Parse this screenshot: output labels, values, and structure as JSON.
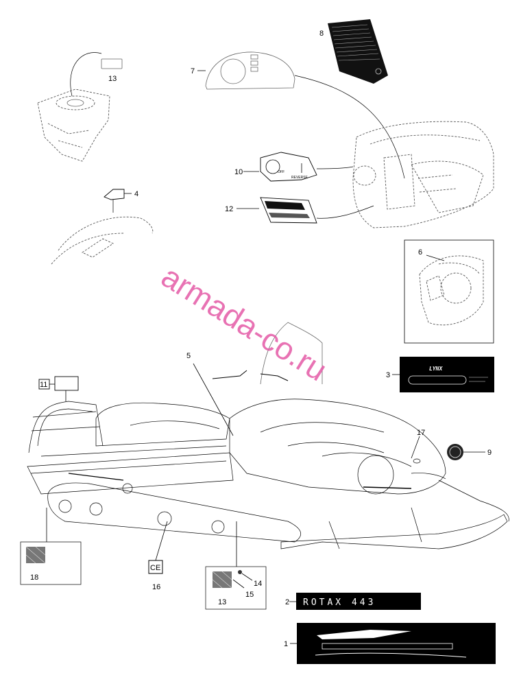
{
  "callouts": {
    "c1": "1",
    "c2": "2",
    "c3": "3",
    "c4": "4",
    "c5": "5",
    "c6": "6",
    "c7": "7",
    "c8": "8",
    "c9": "9",
    "c10": "10",
    "c11": "11",
    "c12": "12",
    "c13_top": "13",
    "c13_bottom": "13",
    "c14": "14",
    "c15": "15",
    "c16": "16",
    "c17": "17",
    "c18": "18"
  },
  "decals": {
    "rotax": "ROTAX 443",
    "lynx": "LYNX",
    "ce_mark": "CE",
    "control_off": "OFF",
    "control_reverse": "REVERSE"
  },
  "watermark": "armada-co.ru"
}
